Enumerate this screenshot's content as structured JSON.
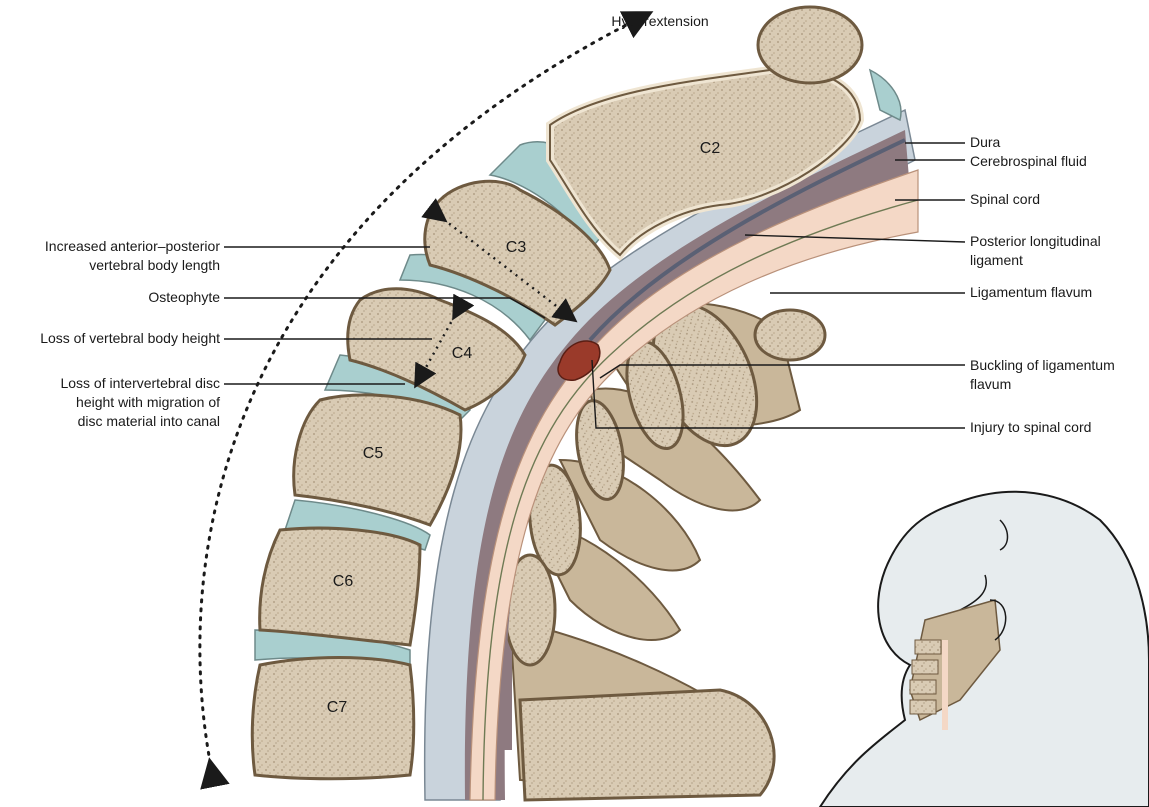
{
  "title": "Hyperextension",
  "vertebrae": {
    "c2": "C2",
    "c3": "C3",
    "c4": "C4",
    "c5": "C5",
    "c6": "C6",
    "c7": "C7"
  },
  "labels_left": {
    "increased_length_line1": "Increased anterior–posterior",
    "increased_length_line2": "vertebral body length",
    "osteophyte": "Osteophyte",
    "loss_body_height": "Loss of vertebral body height",
    "loss_disc_line1": "Loss of intervertebral disc",
    "loss_disc_line2": "height with migration of",
    "loss_disc_line3": "disc material into canal"
  },
  "labels_right": {
    "dura": "Dura",
    "csf": "Cerebrospinal fluid",
    "spinal_cord": "Spinal cord",
    "pll_line1": "Posterior longitudinal",
    "pll_line2": "ligament",
    "ligamentum_flavum": "Ligamentum flavum",
    "buckling_line1": "Buckling of ligamentum",
    "buckling_line2": "flavum",
    "injury": "Injury to spinal cord"
  },
  "colors": {
    "bone_fill": "#d9cbb4",
    "bone_rim": "#efe5d2",
    "bone_outline": "#6e5a40",
    "disc": "#a9cfcf",
    "ligament": "#c9d3dc",
    "cord": "#f4d8c6",
    "csf": "#8e7a80",
    "dura": "#5a6074",
    "injury": "#9a3a2a",
    "skin": "#e7ecee"
  }
}
